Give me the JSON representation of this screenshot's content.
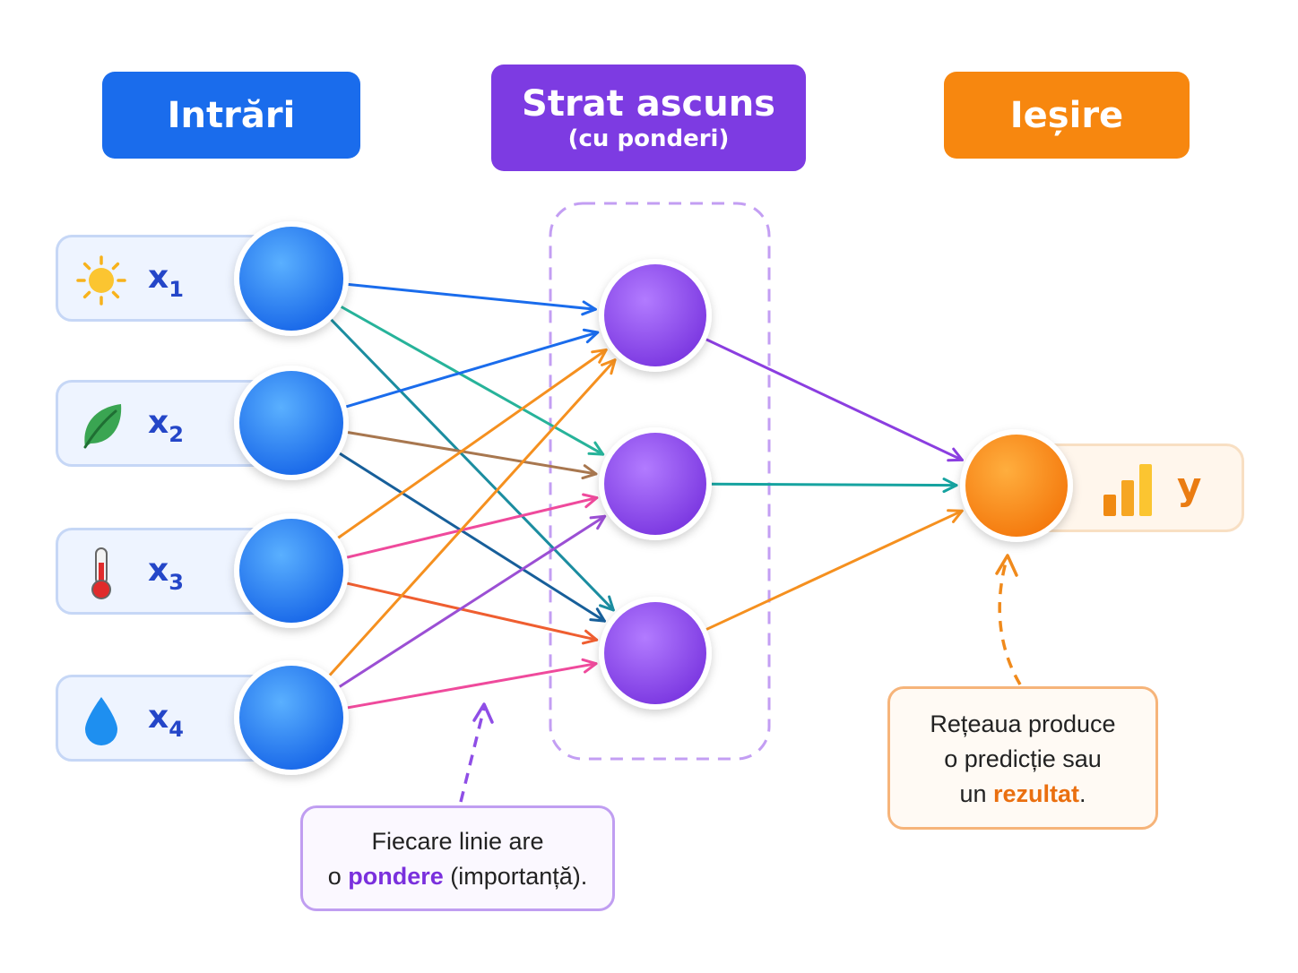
{
  "headers": {
    "inputs": "Intrări",
    "hidden": "Strat ascuns",
    "hidden_sub": "(cu ponderi)",
    "output": "Ieșire"
  },
  "inputs": [
    {
      "symbol": "x",
      "index": "1",
      "icon": "sun-icon"
    },
    {
      "symbol": "x",
      "index": "2",
      "icon": "leaf-icon"
    },
    {
      "symbol": "x",
      "index": "3",
      "icon": "thermometer-icon"
    },
    {
      "symbol": "x",
      "index": "4",
      "icon": "water-drop-icon"
    }
  ],
  "output": {
    "label": "y",
    "icon": "bar-chart-icon"
  },
  "notes": {
    "weight_line1": "Fiecare linie are",
    "weight_pre": "o ",
    "weight_highlight": "pondere",
    "weight_post": " (importanță).",
    "result_line1": "Rețeaua produce",
    "result_line2": "o predicție sau",
    "result_pre": "un ",
    "result_highlight": "rezultat",
    "result_post": "."
  },
  "colors": {
    "input_blue": "#1a6cec",
    "hidden_purple": "#7d3be2",
    "output_orange": "#f7870f"
  }
}
